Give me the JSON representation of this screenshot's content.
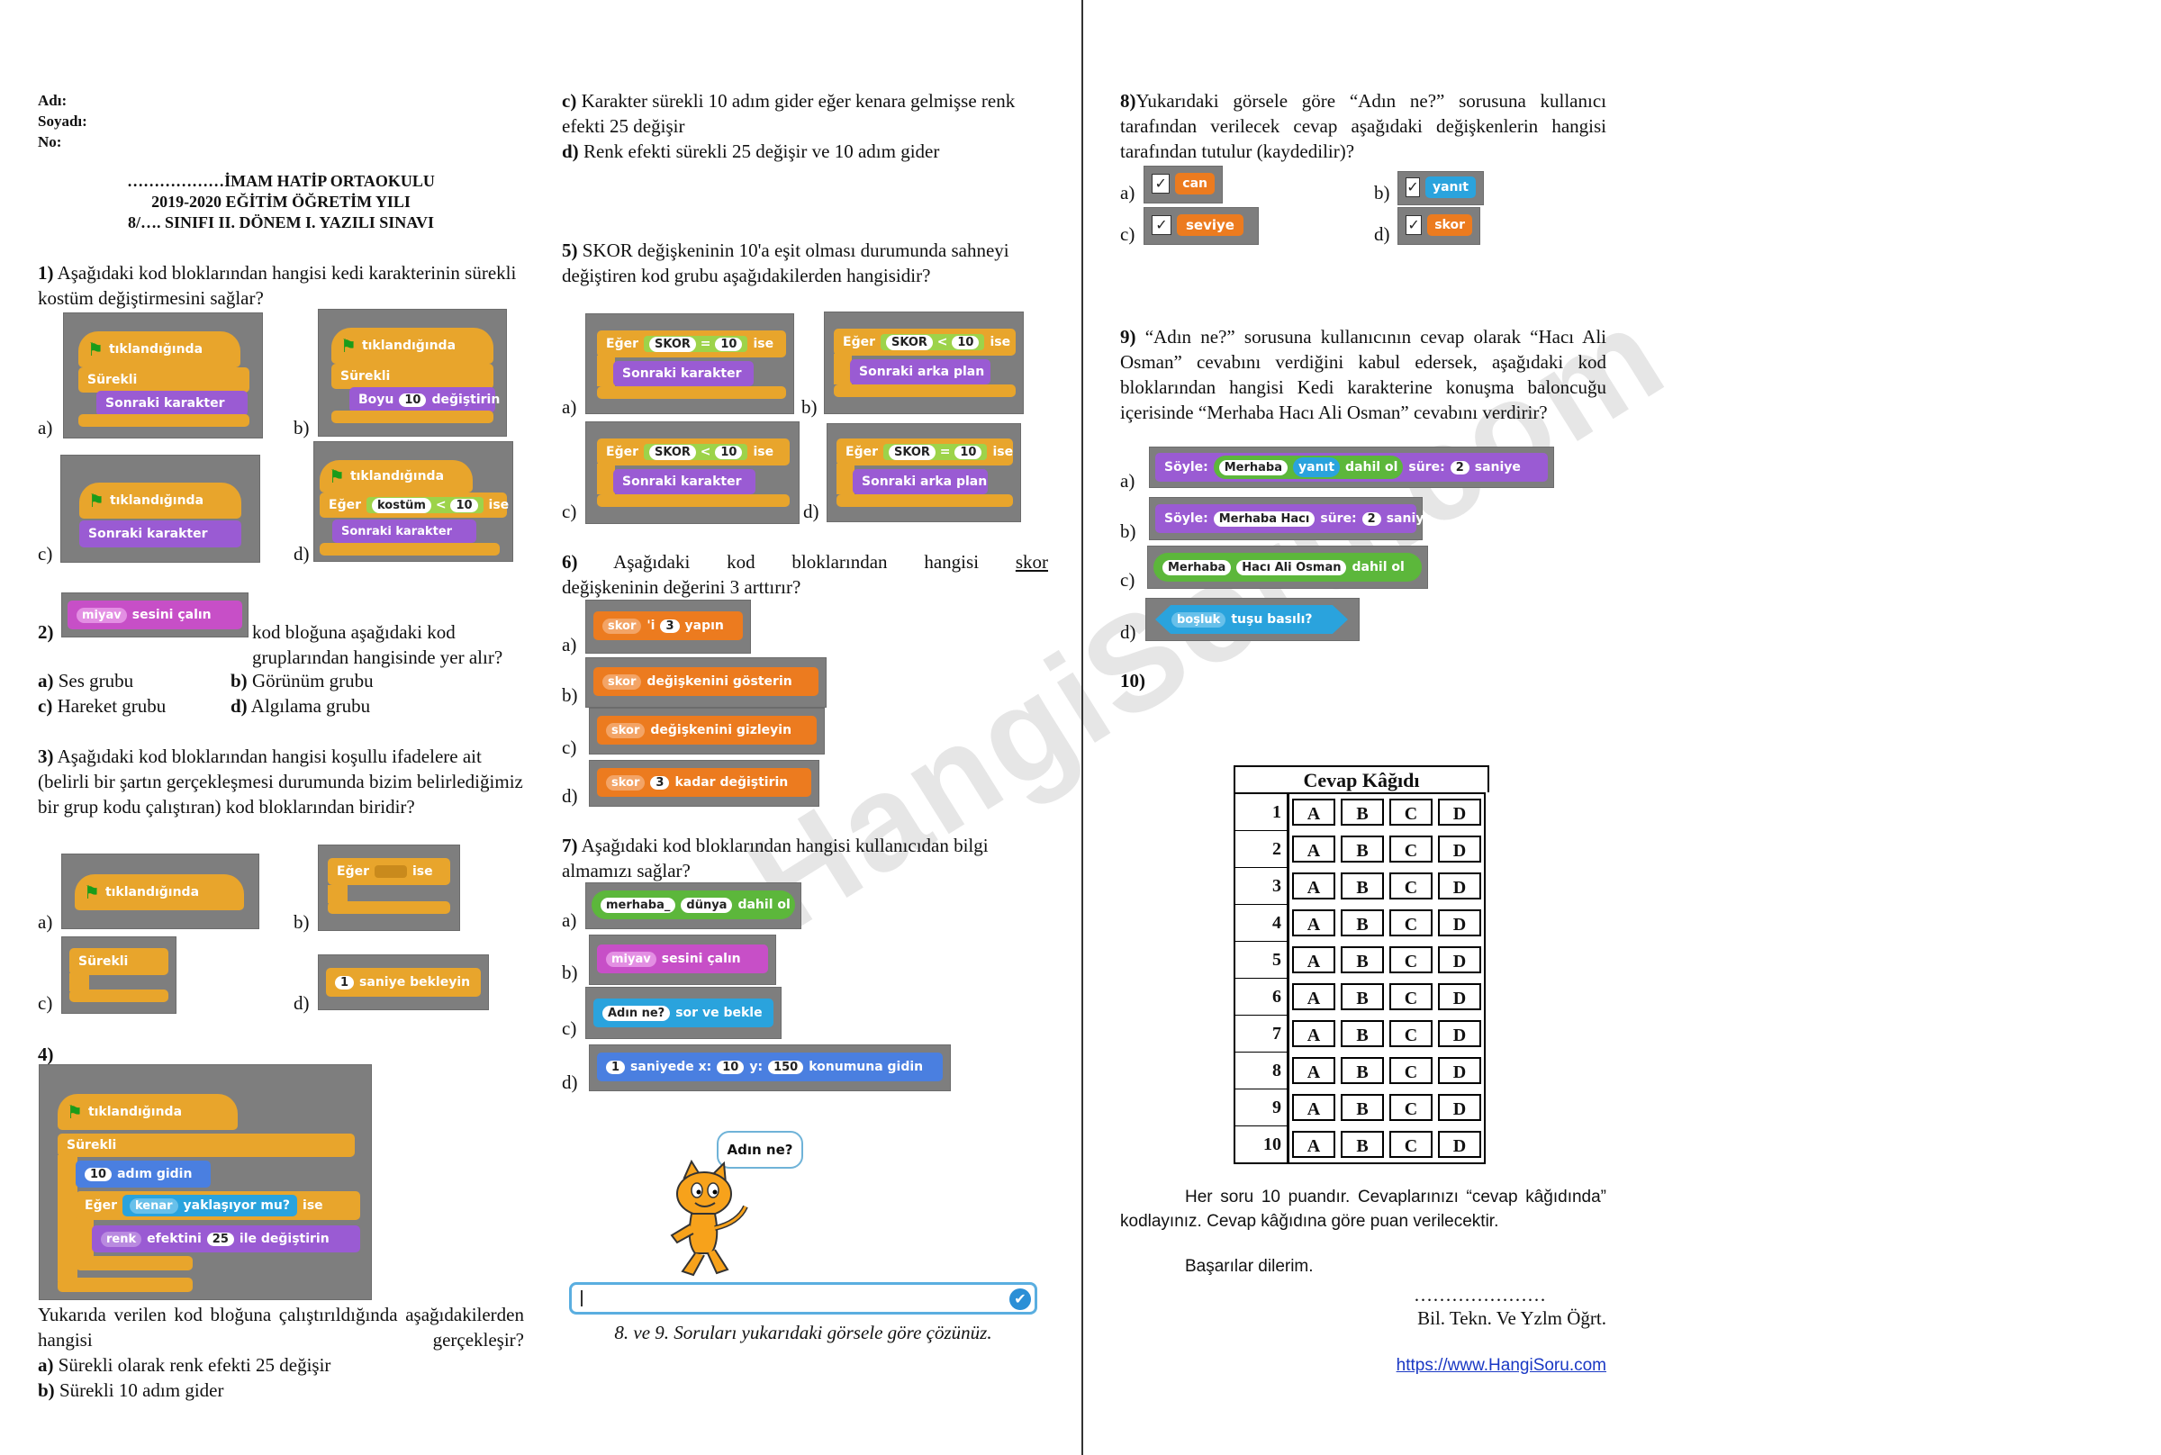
{
  "header": {
    "adi": "Adı:",
    "soyadi": "Soyadı:",
    "no": "No:",
    "school": "………………İMAM HATİP ORTAOKULU",
    "year": "2019-2020 EĞİTİM ÖĞRETİM YILI",
    "exam": "8/…. SINIFI II. DÖNEM I. YAZILI SINAVI"
  },
  "q1": {
    "num": "1)",
    "text": "Aşağıdaki kod bloklarından hangisi kedi karakterinin sürekli kostüm değiştirmesini sağlar?",
    "blocks": {
      "tiklandi": "tıklandığında",
      "surekli": "Sürekli",
      "sonraki": "Sonraki karakter",
      "boyu": "Boyu",
      "deg": "değiştirin",
      "n10": "10",
      "eger": "Eğer",
      "ise": "ise",
      "kostum": "kostüm",
      "lt": "<"
    }
  },
  "q2": {
    "num": "2)",
    "block": "miyav",
    "block2": "sesini çalın",
    "text": "kod bloğuna aşağıdaki kod gruplarından hangisinde yer alır?",
    "a": "Ses grubu",
    "b": "Görünüm grubu",
    "c": "Hareket grubu",
    "d": "Algılama grubu"
  },
  "q3": {
    "num": "3)",
    "text": "Aşağıdaki kod bloklarından hangisi koşullu ifadelere ait (belirli bir şartın gerçekleşmesi durumunda bizim belirlediğimiz bir grup kodu çalıştıran) kod bloklarından biridir?",
    "blocks": {
      "tiklandi": "tıklandığında",
      "eger": "Eğer",
      "ise": "ise",
      "surekli": "Sürekli",
      "n1": "1",
      "bekle": "saniye bekleyin"
    }
  },
  "q4": {
    "num": "4)",
    "blocks": {
      "tiklandi": "tıklandığında",
      "surekli": "Sürekli",
      "adim": "adım gidin",
      "n10": "10",
      "eger": "Eğer",
      "kenar": "kenar",
      "yak": "yaklaşıyor mu?",
      "ise": "ise",
      "renk": "renk",
      "efekt": "efektini",
      "n25": "25",
      "ile": "ile değiştirin"
    },
    "text": "Yukarıda verilen kod bloğuna çalıştırıldığında aşağıdakilerden hangisi gerçekleşir?",
    "a": "Sürekli olarak renk efekti 25 değişir",
    "b": "Sürekli 10 adım gider",
    "c": "Karakter sürekli 10 adım gider eğer kenara gelmişse renk efekti 25 değişir",
    "d": "Renk efekti sürekli 25 değişir ve 10 adım gider"
  },
  "q5": {
    "num": "5)",
    "text": "SKOR değişkeninin 10'a eşit olması durumunda sahneyi değiştiren kod grubu aşağıdakilerden hangisidir?",
    "blocks": {
      "eger": "Eğer",
      "skor": "SKOR",
      "eq": "=",
      "lt": "<",
      "n10": "10",
      "ise": "ise",
      "sk": "Sonraki karakter",
      "sa": "Sonraki arka plan"
    }
  },
  "q6": {
    "num": "6)",
    "text_before": "Aşağıdaki kod bloklarından hangisi",
    "underlined": "skor",
    "text_after": "değişkeninin değerini 3 arttırır?",
    "blocks": {
      "skor": "skor",
      "i": "'i",
      "n3": "3",
      "yapin": "yapın",
      "goster": "değişkenini gösterin",
      "gizle": "değişkenini gizleyin",
      "kadar": "kadar değiştirin"
    }
  },
  "q7": {
    "num": "7)",
    "text": "Aşağıdaki kod bloklarından hangisi kullanıcıdan bilgi almamızı sağlar?",
    "blocks": {
      "merhaba": "merhaba_",
      "dunya": "dünya",
      "dahil": "dahil ol",
      "miyav": "miyav",
      "sesini": "sesini çalın",
      "adin": "Adın ne?",
      "sor": "sor ve bekle",
      "n1": "1",
      "saniyede": "saniyede x:",
      "n10": "10",
      "y": "y:",
      "n150": "150",
      "konum": "konumuna gidin"
    }
  },
  "stage": {
    "bubble": "Adın ne?",
    "caption": "8. ve 9. Soruları yukarıdaki görsele göre çözünüz."
  },
  "q8": {
    "num": "8)",
    "text": "Yukarıdaki görsele göre “Adın ne?” sorusuna kullanıcı tarafından verilecek cevap aşağıdaki değişkenlerin hangisi tarafından tutulur (kaydedilir)?",
    "a": "can",
    "b": "yanıt",
    "c": "seviye",
    "d": "skor",
    "check": "✓"
  },
  "q9": {
    "num": "9)",
    "text": "“Adın ne?” sorusuna kullanıcının cevap olarak “Hacı Ali Osman” cevabını verdiğini kabul edersek, aşağıdaki kod bloklarından hangisi Kedi karakterine konuşma baloncuğu içerisinde “Merhaba Hacı Ali Osman” cevabını verdirir?",
    "blocks": {
      "soyle": "Söyle:",
      "merhaba": "Merhaba",
      "yanit": "yanıt",
      "dahil": "dahil ol",
      "sure": "süre:",
      "n2": "2",
      "saniye": "saniye",
      "mh": "Merhaba Hacı",
      "hao": "Hacı Ali Osman",
      "bosluk": "boşluk",
      "tusu": "tuşu basılı?"
    }
  },
  "q10": {
    "num": "10)"
  },
  "answer_sheet": {
    "title": "Cevap Kâğıdı",
    "rows": [
      "1",
      "2",
      "3",
      "4",
      "5",
      "6",
      "7",
      "8",
      "9",
      "10"
    ],
    "options": [
      "A",
      "B",
      "C",
      "D"
    ]
  },
  "footer": {
    "note": "Her soru 10 puandır. Cevaplarınızı “cevap kâğıdında” kodlayınız. Cevap kâğıdına göre puan verilecektir.",
    "wish": "Başarılar dilerim.",
    "dots": "…………………",
    "teacher": "Bil. Tekn. Ve Yzlm Öğrt.",
    "link": "https://www.HangiSoru.com"
  },
  "watermark": "HangiSoru.com",
  "labels": {
    "a": "a)",
    "b": "b)",
    "c": "c)",
    "d": "d)"
  },
  "colors": {
    "control": "#e8a52c",
    "looks": "#9a5bd3",
    "sound": "#c74fc7",
    "data": "#ec7b1f",
    "operator": "#5cb73b",
    "motion": "#4a7fe0",
    "sensing": "#2aa3dd"
  }
}
